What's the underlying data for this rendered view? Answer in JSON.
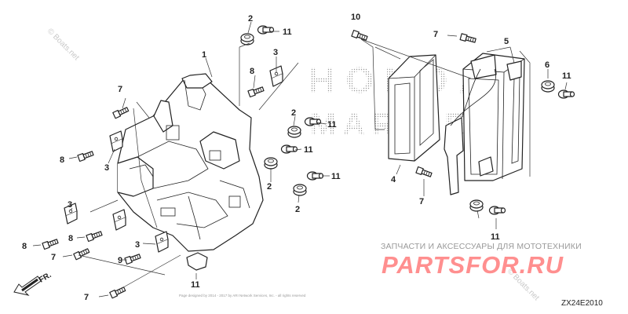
{
  "watermarks": {
    "top_left": "© Boats.net",
    "bottom_right": "© Boats.net"
  },
  "logo": {
    "top": "HONDA",
    "bottom": "MARINE"
  },
  "site_banner": {
    "tagline": "ЗАПЧАСТИ И АКСЕССУАРЫ ДЛЯ МОТОТЕХНИКИ",
    "brand": "PARTSFOR.RU"
  },
  "direction_label": "FR.",
  "diagram_code": "ZX24E2010",
  "footer_text": "Page designed by 2014 - 2017 by ARI Network Services, Inc. - all rights reserved",
  "callouts": [
    {
      "id": "c1",
      "label": "1"
    },
    {
      "id": "c2a",
      "label": "2"
    },
    {
      "id": "c2b",
      "label": "2"
    },
    {
      "id": "c2c",
      "label": "2"
    },
    {
      "id": "c2d",
      "label": "2"
    },
    {
      "id": "c3a",
      "label": "3"
    },
    {
      "id": "c3b",
      "label": "3"
    },
    {
      "id": "c3c",
      "label": "3"
    },
    {
      "id": "c3d",
      "label": "3"
    },
    {
      "id": "c4",
      "label": "4"
    },
    {
      "id": "c5",
      "label": "5"
    },
    {
      "id": "c6",
      "label": "6"
    },
    {
      "id": "c7a",
      "label": "7"
    },
    {
      "id": "c7b",
      "label": "7"
    },
    {
      "id": "c7c",
      "label": "7"
    },
    {
      "id": "c7d",
      "label": "7"
    },
    {
      "id": "c7e",
      "label": "7"
    },
    {
      "id": "c8a",
      "label": "8"
    },
    {
      "id": "c8b",
      "label": "8"
    },
    {
      "id": "c8c",
      "label": "8"
    },
    {
      "id": "c8d",
      "label": "8"
    },
    {
      "id": "c9",
      "label": "9"
    },
    {
      "id": "c10",
      "label": "10"
    },
    {
      "id": "c11a",
      "label": "11"
    },
    {
      "id": "c11b",
      "label": "11"
    },
    {
      "id": "c11c",
      "label": "11"
    },
    {
      "id": "c11d",
      "label": "11"
    },
    {
      "id": "c11e",
      "label": "11"
    },
    {
      "id": "c11f",
      "label": "11"
    },
    {
      "id": "c11g",
      "label": "11"
    }
  ]
}
